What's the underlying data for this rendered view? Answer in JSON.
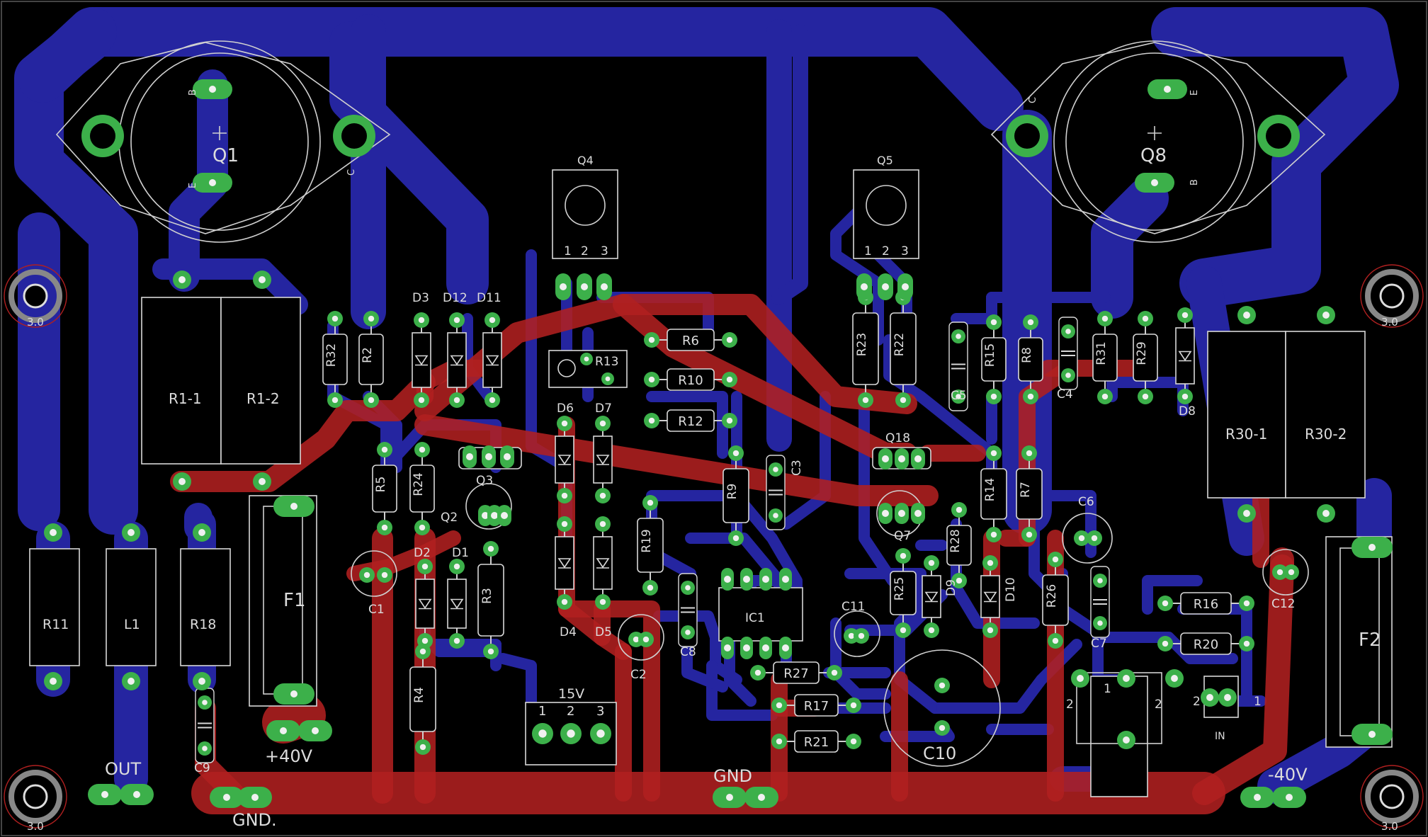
{
  "board": {
    "colors": {
      "background": "#000000",
      "top_copper": "#2525a0",
      "bottom_copper": "#b02020",
      "pad": "#3cb04a",
      "drill": "#f0f0f0",
      "silkscreen": "#d8d8d8"
    }
  },
  "labels": {
    "Q1": "Q1",
    "Q8": "Q8",
    "Q4": "Q4",
    "Q5": "Q5",
    "Q3": "Q3",
    "Q2": "Q2",
    "Q7": "Q7",
    "Q18": "Q18",
    "R1_1": "R1-1",
    "R1_2": "R1-2",
    "R30_1": "R30-1",
    "R30_2": "R30-2",
    "R32": "R32",
    "R2": "R2",
    "R6": "R6",
    "R10": "R10",
    "R12": "R12",
    "R13": "R13",
    "R5": "R5",
    "R24": "R24",
    "R3": "R3",
    "R4": "R4",
    "R9": "R9",
    "R19": "R19",
    "R23": "R23",
    "R22": "R22",
    "R15": "R15",
    "R8": "R8",
    "R31": "R31",
    "R29": "R29",
    "R14": "R14",
    "R7": "R7",
    "R28": "R28",
    "R25": "R25",
    "R26": "R26",
    "R16": "R16",
    "R20": "R20",
    "R27": "R27",
    "R17": "R17",
    "R21": "R21",
    "R11": "R11",
    "L1": "L1",
    "R18": "R18",
    "D3": "D3",
    "D12": "D12",
    "D11": "D11",
    "D6": "D6",
    "D7": "D7",
    "D2": "D2",
    "D1": "D1",
    "D4": "D4",
    "D5": "D5",
    "D8": "D8",
    "D9": "D9",
    "D10": "D10",
    "C1": "C1",
    "C2": "C2",
    "C3": "C3",
    "C4": "C4",
    "C5": "C5",
    "C6": "C6",
    "C7": "C7",
    "C8": "C8",
    "C9": "C9",
    "C10": "C10",
    "C11": "C11",
    "C12": "C12",
    "F1": "F1",
    "F2": "F2",
    "IC1": "IC1",
    "pin_B": "B",
    "pin_E": "E",
    "pin_C": "C",
    "pin1": "1",
    "pin2": "2",
    "pin3": "3",
    "OUT": "OUT",
    "plus40V": "+40V",
    "GND_dot": "GND.",
    "GND": "GND",
    "minus40V": "-40V",
    "v15": "15V",
    "IN": "IN",
    "hole": "3.0"
  }
}
